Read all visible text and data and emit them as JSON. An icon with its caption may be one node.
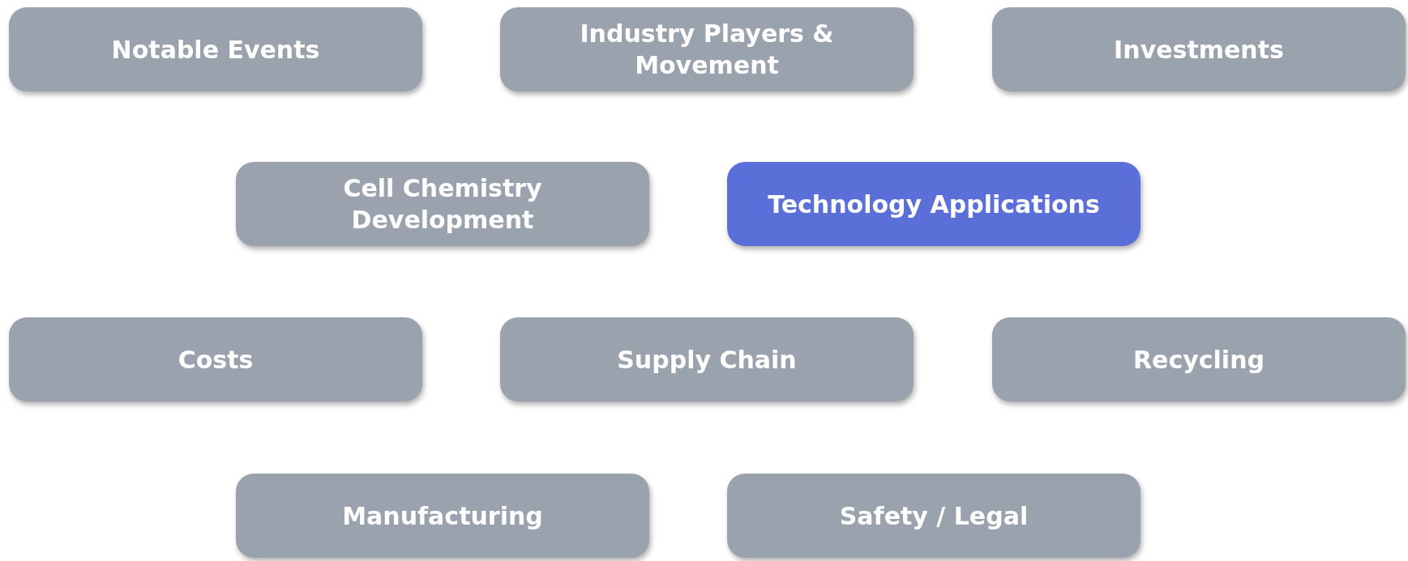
{
  "diagram": {
    "nodes": [
      {
        "text": [
          "Notable Events"
        ]
      },
      {
        "text": [
          "Industry Players & Movement"
        ]
      },
      {
        "text": [
          "Investments"
        ]
      },
      {
        "text": [
          "Cell Chemistry Development"
        ]
      },
      {
        "text": [
          "Technology Applications"
        ]
      },
      {
        "text": [
          "Costs"
        ]
      },
      {
        "text": [
          "Supply Chain"
        ]
      },
      {
        "text": [
          "Recycling"
        ]
      },
      {
        "text": [
          "Manufacturing"
        ]
      },
      {
        "text": [
          "Safety / Legal"
        ]
      }
    ]
  }
}
